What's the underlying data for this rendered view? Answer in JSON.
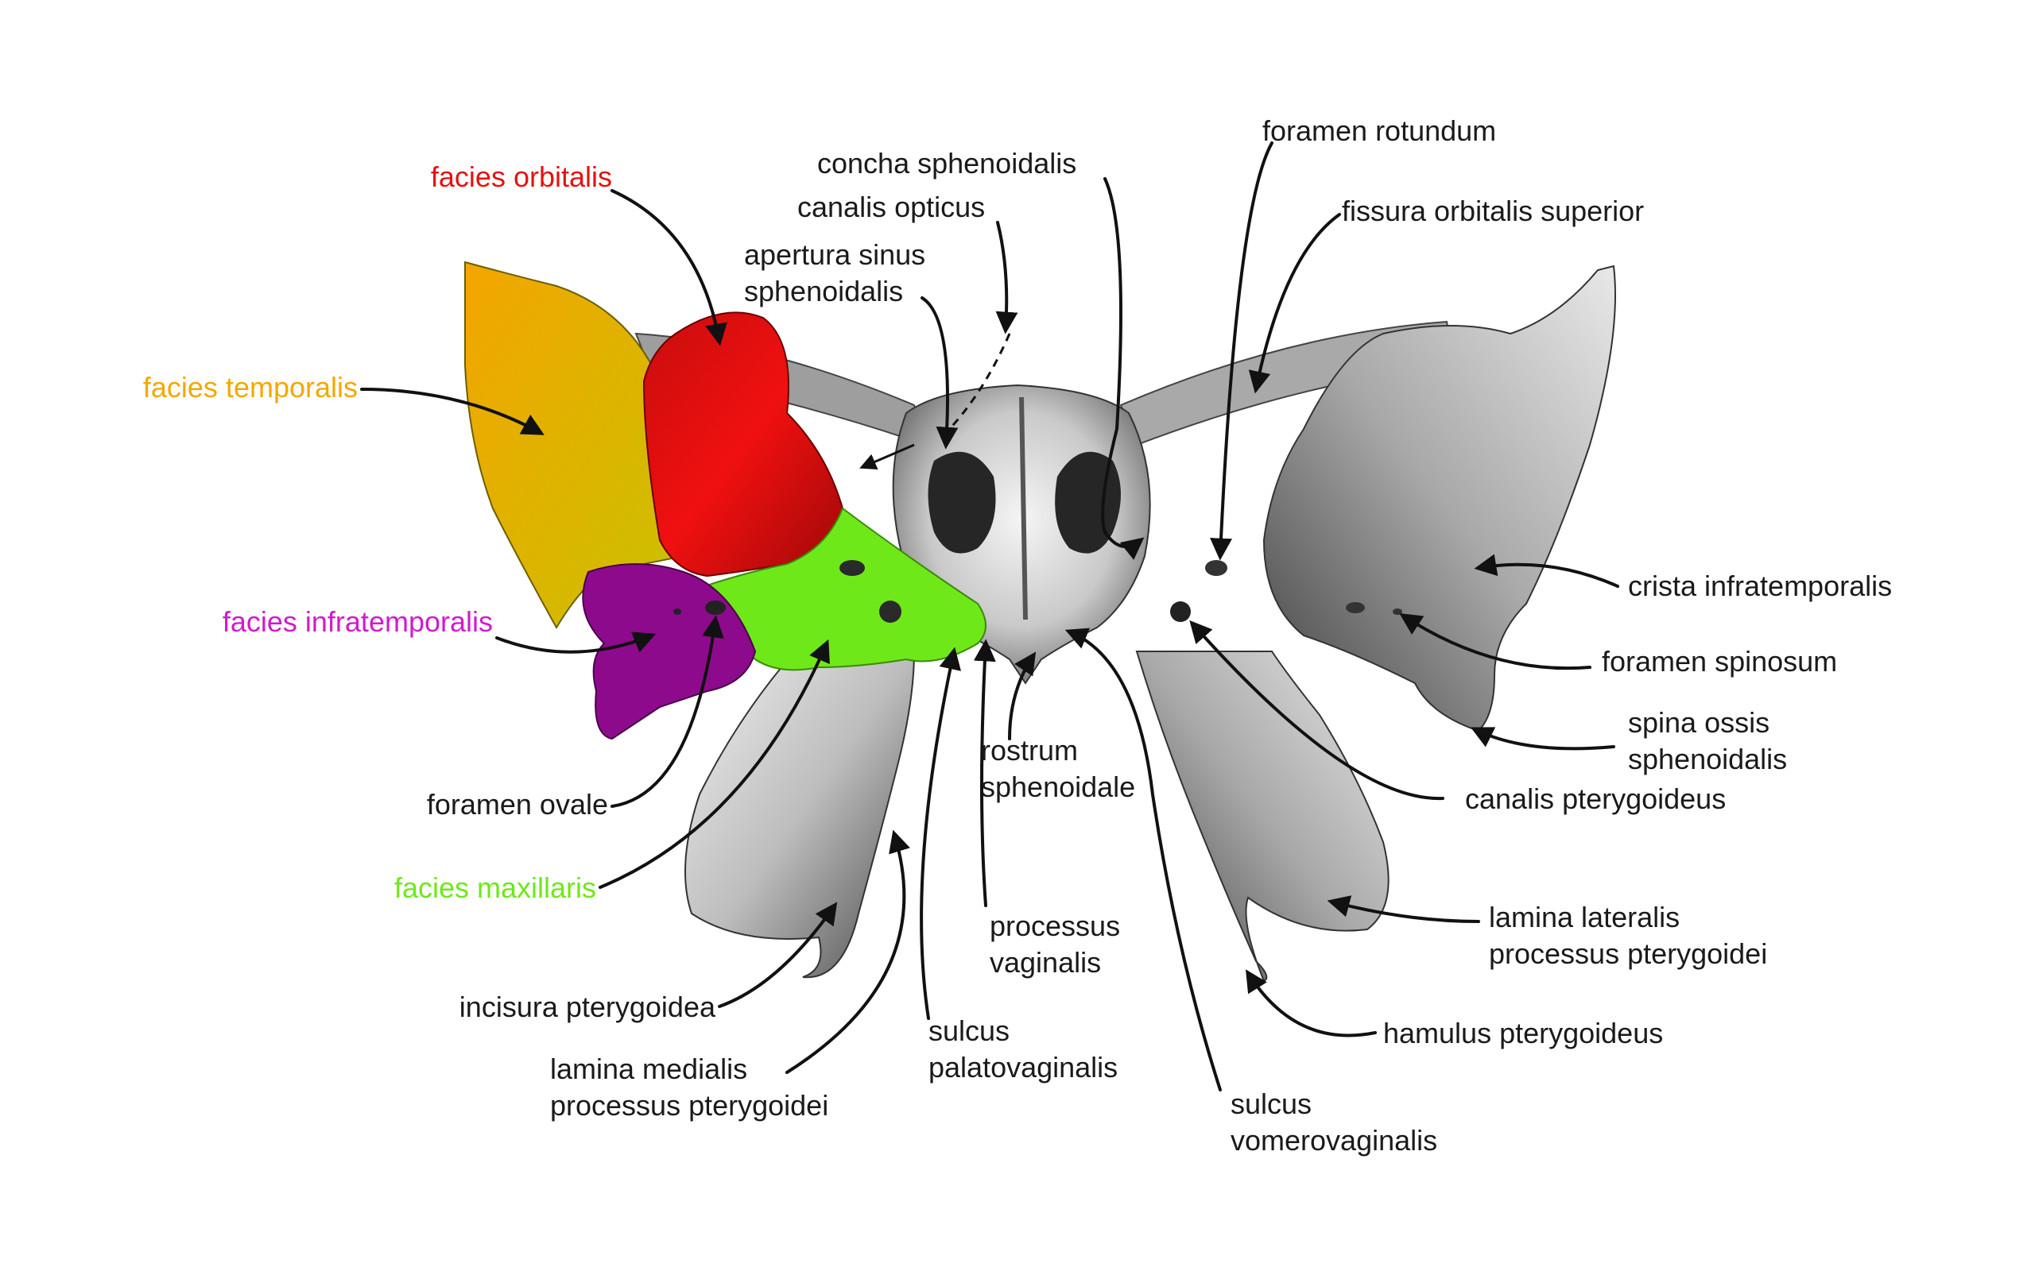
{
  "colors": {
    "temporalis": "#f2a800",
    "orbitalis": "#e4120f",
    "infratemporalis": "#d11bcc",
    "maxillaris": "#6fe81a",
    "text": "#1a1a1a",
    "arrow": "#111111"
  },
  "labels": {
    "facies_orbitalis": "facies orbitalis",
    "facies_temporalis": "facies temporalis",
    "facies_infratemporalis": "facies infratemporalis",
    "foramen_ovale": "foramen ovale",
    "facies_maxillaris": "facies maxillaris",
    "incisura_pterygoidea": "incisura pterygoidea",
    "lamina_medialis_1": "lamina medialis",
    "lamina_medialis_2": "processus pterygoidei",
    "concha_sphenoidalis": "concha sphenoidalis",
    "canalis_opticus": "canalis opticus",
    "apertura_1": "apertura sinus",
    "apertura_2": "sphenoidalis",
    "rostrum_1": "rostrum",
    "rostrum_2": "sphenoidale",
    "processus_vaginalis_1": "processus",
    "processus_vaginalis_2": "vaginalis",
    "sulcus_palatovaginalis_1": "sulcus",
    "sulcus_palatovaginalis_2": "palatovaginalis",
    "sulcus_vomerovaginalis_1": "sulcus",
    "sulcus_vomerovaginalis_2": "vomerovaginalis",
    "foramen_rotundum": "foramen rotundum",
    "fissura_orbitalis_superior": "fissura orbitalis superior",
    "crista_infratemporalis": "crista infratemporalis",
    "foramen_spinosum": "foramen spinosum",
    "spina_1": "spina ossis",
    "spina_2": "sphenoidalis",
    "canalis_pterygoideus": "canalis pterygoideus",
    "lamina_lateralis_1": "lamina lateralis",
    "lamina_lateralis_2": "processus pterygoidei",
    "hamulus_pterygoideus": "hamulus pterygoideus"
  }
}
